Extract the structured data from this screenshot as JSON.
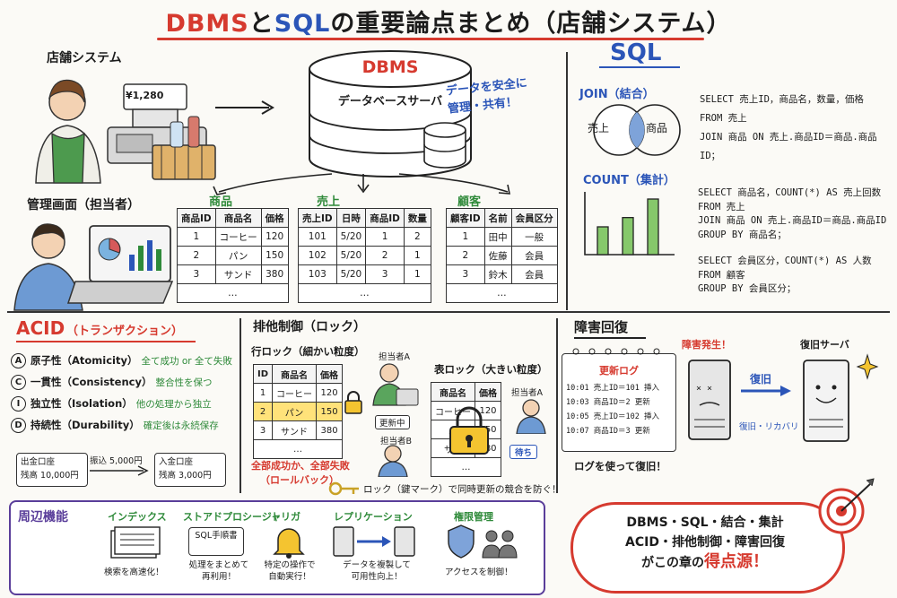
{
  "title": {
    "part1": "DBMS",
    "part2": "と",
    "part3": "SQL",
    "part4": "の重要論点まとめ（店舗システム）"
  },
  "store": {
    "label": "店舗システム",
    "register_price": "¥1,280"
  },
  "admin": {
    "label": "管理画面（担当者）"
  },
  "dbms": {
    "title": "DBMS",
    "server_label": "データベースサーバ",
    "note_line1": "データを安全に",
    "note_line2": "管理・共有！"
  },
  "tables": {
    "products": {
      "title": "商品",
      "headers": [
        "商品ID",
        "商品名",
        "価格"
      ],
      "rows": [
        [
          "1",
          "コーヒー",
          "120"
        ],
        [
          "2",
          "パン",
          "150"
        ],
        [
          "3",
          "サンド",
          "380"
        ]
      ],
      "more": "…"
    },
    "sales": {
      "title": "売上",
      "headers": [
        "売上ID",
        "日時",
        "商品ID",
        "数量"
      ],
      "rows": [
        [
          "101",
          "5/20",
          "1",
          "2"
        ],
        [
          "102",
          "5/20",
          "2",
          "1"
        ],
        [
          "103",
          "5/20",
          "3",
          "1"
        ]
      ],
      "more": "…"
    },
    "customers": {
      "title": "顧客",
      "headers": [
        "顧客ID",
        "名前",
        "会員区分"
      ],
      "rows": [
        [
          "1",
          "田中",
          "一般"
        ],
        [
          "2",
          "佐藤",
          "会員"
        ],
        [
          "3",
          "鈴木",
          "会員"
        ]
      ],
      "more": "…"
    }
  },
  "sql": {
    "title": "SQL",
    "join_title": "JOIN（結合）",
    "venn_left": "売上",
    "venn_right": "商品",
    "join_code": [
      "SELECT 売上ID，商品名，数量，価格",
      "FROM 売上",
      "JOIN 商品 ON 売上.商品ID＝商品.商品ID；"
    ],
    "count_title": "COUNT（集計）",
    "count_code1": [
      "SELECT 商品名，COUNT(*) AS 売上回数",
      "FROM 売上",
      "JOIN 商品 ON 売上.商品ID＝商品.商品ID",
      "GROUP BY 商品名；"
    ],
    "count_code2": [
      "SELECT 会員区分，COUNT(*) AS 人数",
      "FROM 顧客",
      "GROUP BY 会員区分；"
    ]
  },
  "acid": {
    "title": "ACID",
    "subtitle": "（トランザクション）",
    "items": [
      {
        "letter": "A",
        "name": "原子性（Atomicity）",
        "desc": "全て成功 or 全て失敗"
      },
      {
        "letter": "C",
        "name": "一貫性（Consistency）",
        "desc": "整合性を保つ"
      },
      {
        "letter": "I",
        "name": "独立性（Isolation）",
        "desc": "他の処理から独立"
      },
      {
        "letter": "D",
        "name": "持続性（Durability）",
        "desc": "確定後は永続保存"
      }
    ],
    "from_account": "出金口座",
    "from_balance": "残高 10,000円",
    "transfer": "振込 5,000円",
    "to_account": "入金口座",
    "to_balance": "残高 3,000円"
  },
  "lock": {
    "title": "排他制御（ロック）",
    "row_lock": "行ロック（細かい粒度）",
    "row_headers": [
      "ID",
      "商品名",
      "価格"
    ],
    "row_rows": [
      [
        "1",
        "コーヒー",
        "120"
      ],
      [
        "2",
        "パン",
        "150"
      ],
      [
        "3",
        "サンド",
        "380"
      ]
    ],
    "more": "…",
    "person_a": "担当者A",
    "updating": "更新中",
    "person_b": "担当者B",
    "table_lock": "表ロック（大きい粒度）",
    "table_headers": [
      "商品名",
      "価格"
    ],
    "table_rows": [
      [
        "コーヒー",
        "120"
      ],
      [
        "パ",
        "150"
      ],
      [
        "サン",
        "380"
      ]
    ],
    "person_a2": "担当者A",
    "waiting": "待ち",
    "rollback_line1": "全部成功か、全部失敗",
    "rollback_line2": "（ロールバック）",
    "key_note": "ロック（鍵マーク）で同時更新の競合を防ぐ！"
  },
  "recovery": {
    "title": "障害回復",
    "log_title": "更新ログ",
    "log_rows": [
      [
        "10:01",
        "売上ID＝101",
        "挿入"
      ],
      [
        "10:03",
        "商品ID＝2",
        "更新"
      ],
      [
        "10:05",
        "売上ID＝102",
        "挿入"
      ],
      [
        "10:07",
        "商品ID＝3",
        "更新"
      ]
    ],
    "fault": "障害発生！",
    "recovered_server": "復旧サーバ",
    "recover": "復旧",
    "recover_sub": "復旧・リカバリ",
    "log_note": "ログを使って復旧！"
  },
  "peripheral": {
    "title": "周辺機能",
    "items": [
      {
        "name": "インデックス",
        "desc1": "検索を高速化！",
        "desc2": ""
      },
      {
        "name": "ストアドプロシージャ",
        "label": "SQL手順書",
        "desc1": "処理をまとめて",
        "desc2": "再利用！"
      },
      {
        "name": "トリガ",
        "desc1": "特定の操作で",
        "desc2": "自動実行！"
      },
      {
        "name": "レプリケーション",
        "desc1": "データを複製して",
        "desc2": "可用性向上！"
      },
      {
        "name": "権限管理",
        "desc1": "アクセスを制御！",
        "desc2": ""
      }
    ]
  },
  "summary": {
    "line1": "DBMS・SQL・結合・集計",
    "line2": "ACID・排他制御・障害回復",
    "line3a": "がこの章の",
    "line3b": "得点源！"
  },
  "colors": {
    "red": "#d63a2f",
    "blue": "#2b55b8",
    "green": "#2f8a3a",
    "purple": "#5a3e9a"
  },
  "chart_data": {
    "type": "bar",
    "categories": [
      "",
      "",
      ""
    ],
    "values": [
      3,
      4,
      6
    ],
    "title": "",
    "xlabel": "",
    "ylabel": ""
  }
}
